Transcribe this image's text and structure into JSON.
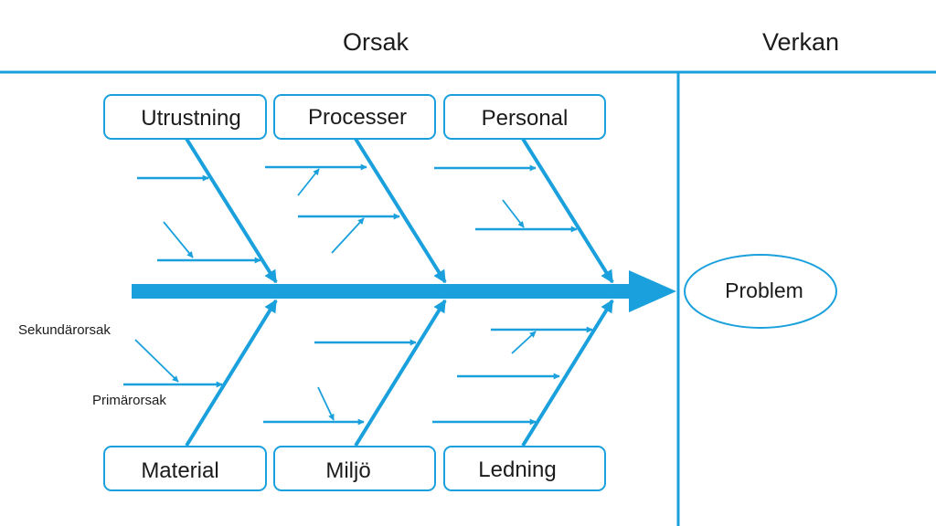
{
  "header": {
    "cause_label": "Orsak",
    "effect_label": "Verkan"
  },
  "categories": {
    "top": [
      "Utrustning",
      "Processer",
      "Personal"
    ],
    "bottom": [
      "Material",
      "Miljö",
      "Ledning"
    ]
  },
  "effect": {
    "label": "Problem"
  },
  "annotations": {
    "secondary": "Sekundärorsak",
    "primary": "Primärorsak"
  },
  "colors": {
    "accent": "#1aa0dc",
    "spine": "#1aa0dc",
    "text": "#1b1b1b"
  }
}
